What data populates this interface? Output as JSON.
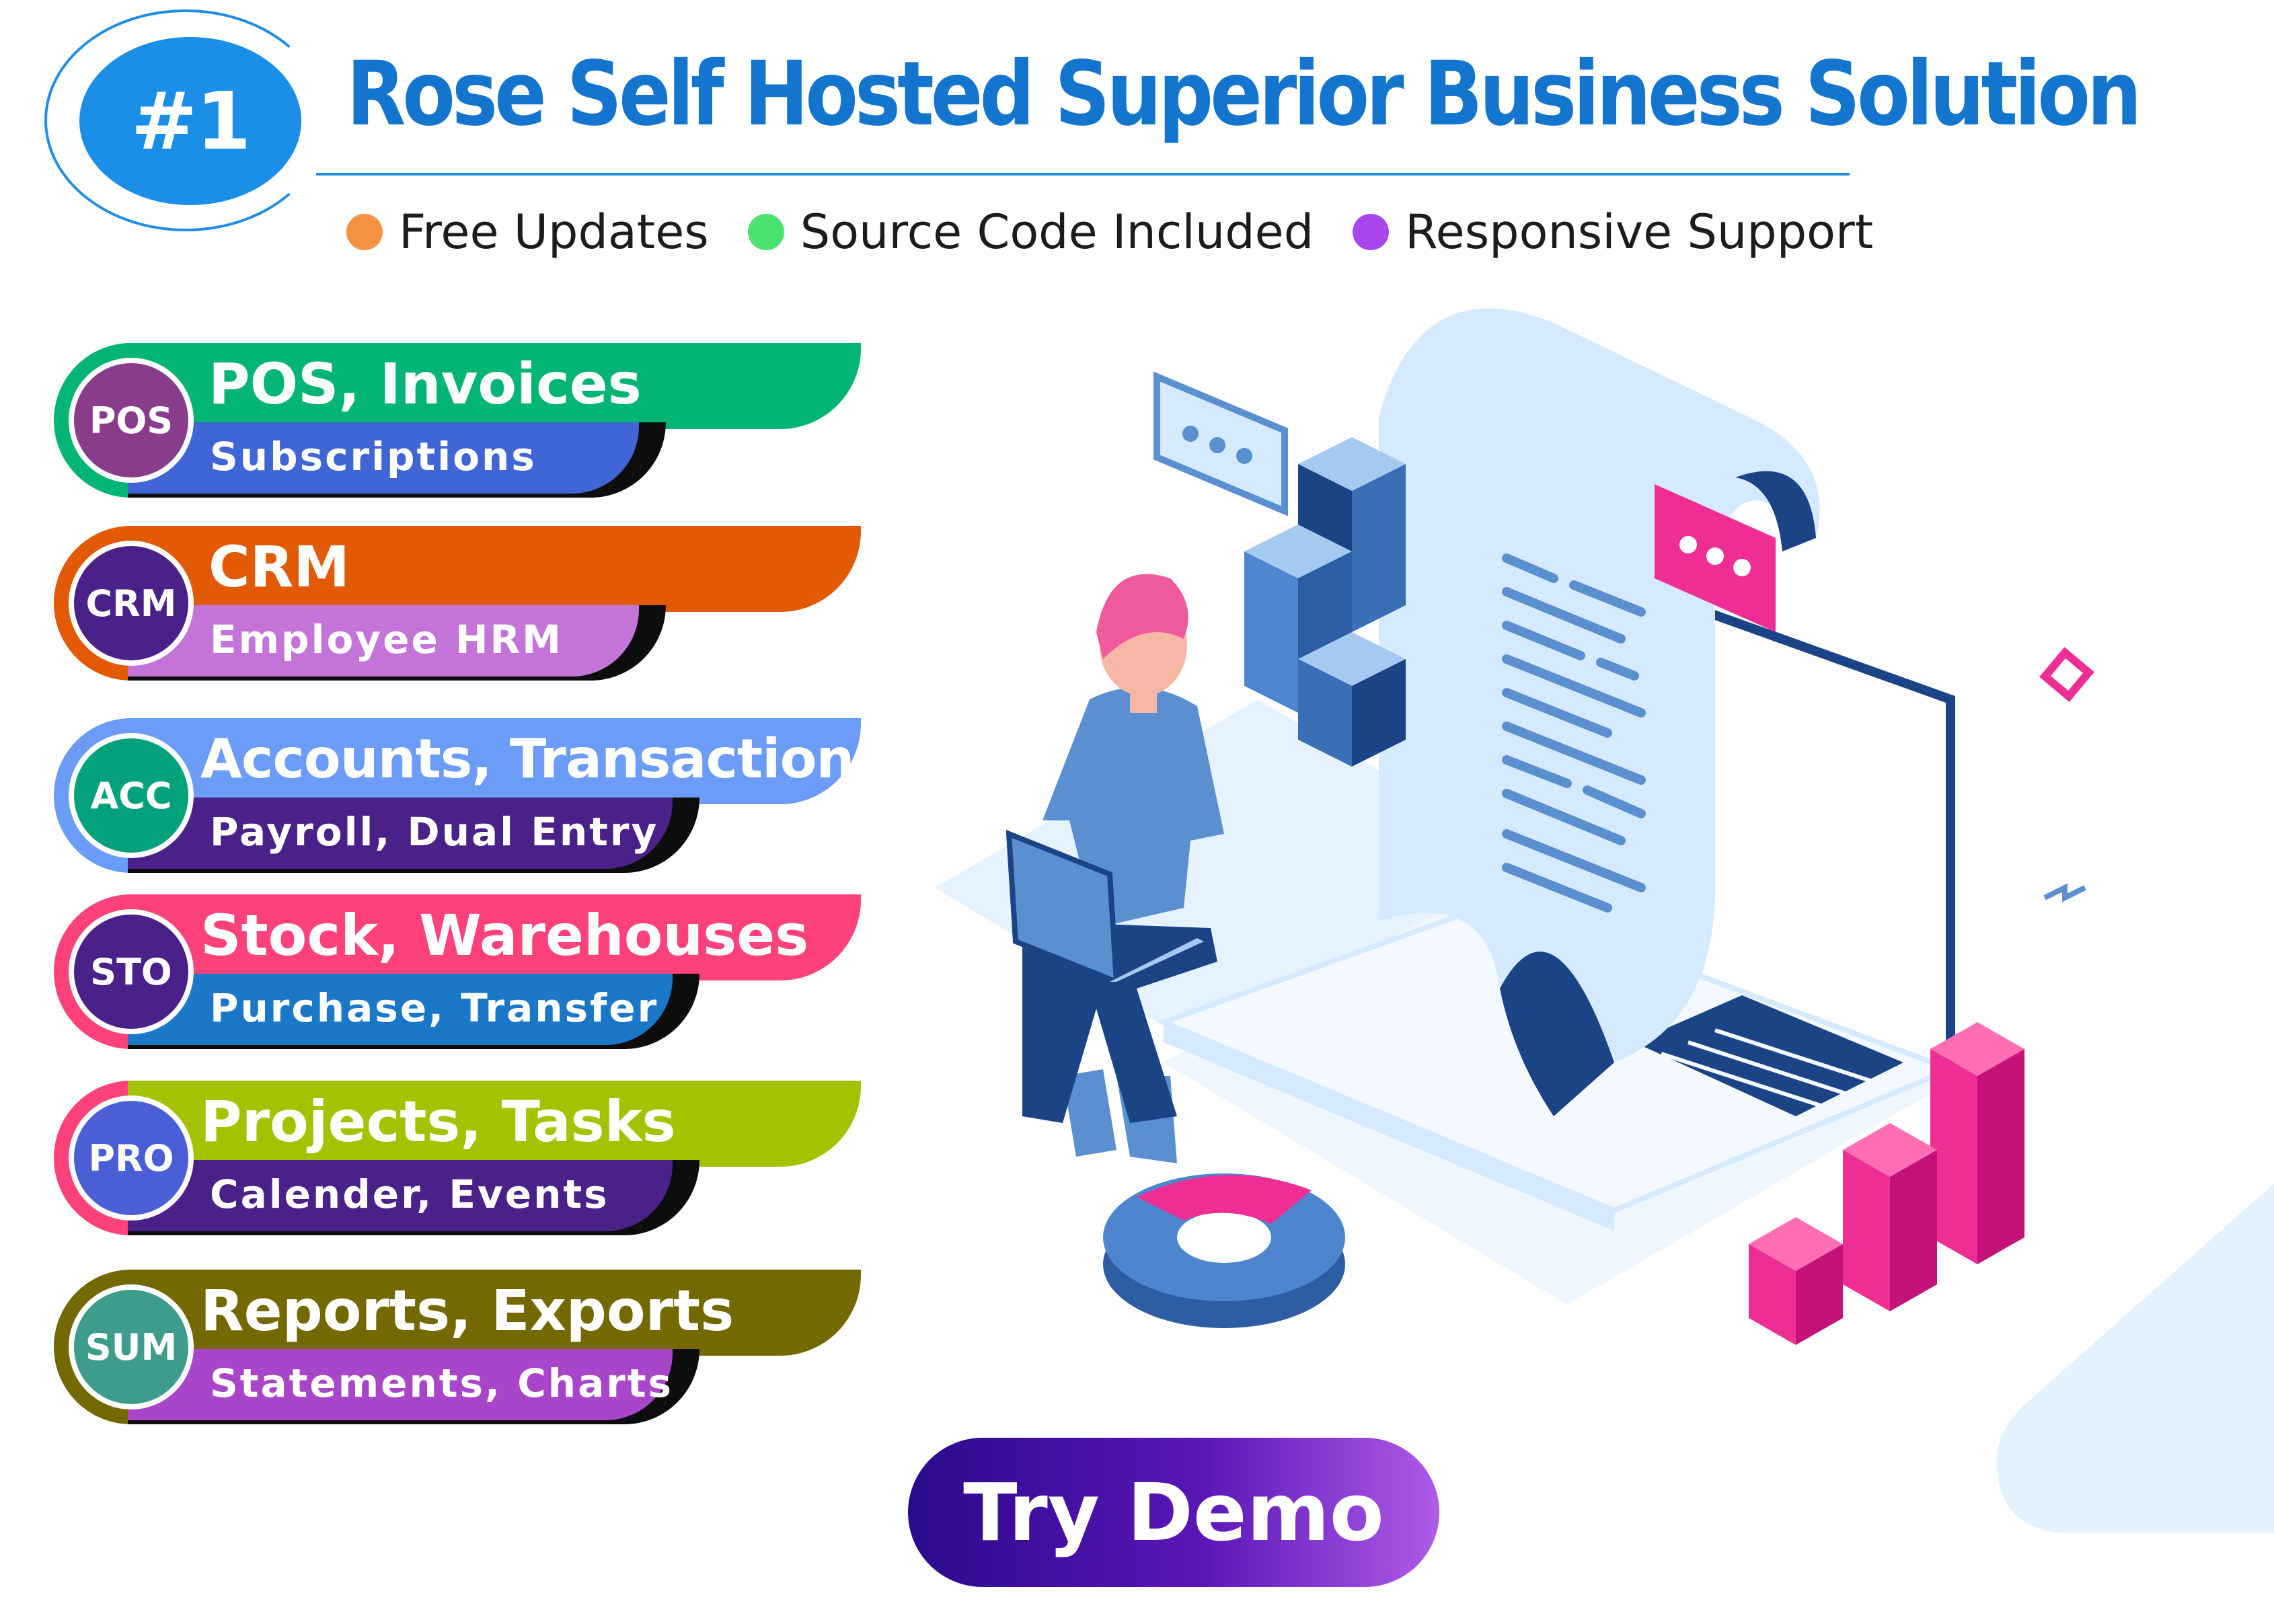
{
  "header": {
    "badge": "#1",
    "title": "Rose Self Hosted Superior Business Solution",
    "features": [
      {
        "label": "Free Updates",
        "color": "#f59342"
      },
      {
        "label": "Source Code Included",
        "color": "#4be36f"
      },
      {
        "label": "Responsive Support",
        "color": "#a845ec"
      }
    ]
  },
  "modules": [
    {
      "code": "POS",
      "title": "POS, Invoices",
      "subtitle": "Subscriptions",
      "top_color": "#02b574",
      "bottom_color": "#4066d6",
      "circle_color": "#8a3c8c",
      "ring_color": "#02b574"
    },
    {
      "code": "CRM",
      "title": "CRM",
      "subtitle": "Employee HRM",
      "top_color": "#e25a05",
      "bottom_color": "#c474d8",
      "circle_color": "#4a2188",
      "ring_color": "#e25a05"
    },
    {
      "code": "ACC",
      "title": "Accounts, Transactions",
      "subtitle": "Payroll, Dual Entry",
      "top_color": "#6b9cf7",
      "bottom_color": "#4a2188",
      "circle_color": "#04a27c",
      "ring_color": "#6b9cf7"
    },
    {
      "code": "STO",
      "title": "Stock, Warehouses",
      "subtitle": "Purchase, Transfer",
      "top_color": "#fd417a",
      "bottom_color": "#1b78c8",
      "circle_color": "#4a2188",
      "ring_color": "#fd417a"
    },
    {
      "code": "PRO",
      "title": "Projects, Tasks",
      "subtitle": "Calender, Events",
      "top_color": "#a5c200",
      "bottom_color": "#4a2188",
      "circle_color": "#4a5ed6",
      "ring_color": "#fd417a"
    },
    {
      "code": "SUM",
      "title": "Reports, Exports",
      "subtitle": "Statements, Charts",
      "top_color": "#736900",
      "bottom_color": "#a845c8",
      "circle_color": "#3e9c8c",
      "ring_color": "#736900"
    }
  ],
  "cta": {
    "label": "Try Demo"
  },
  "illustration": {
    "name": "person-with-laptop-and-receipt",
    "accent_blue": "#1b4486",
    "accent_pink": "#ee2e94",
    "light_blue": "#d6eaff"
  }
}
